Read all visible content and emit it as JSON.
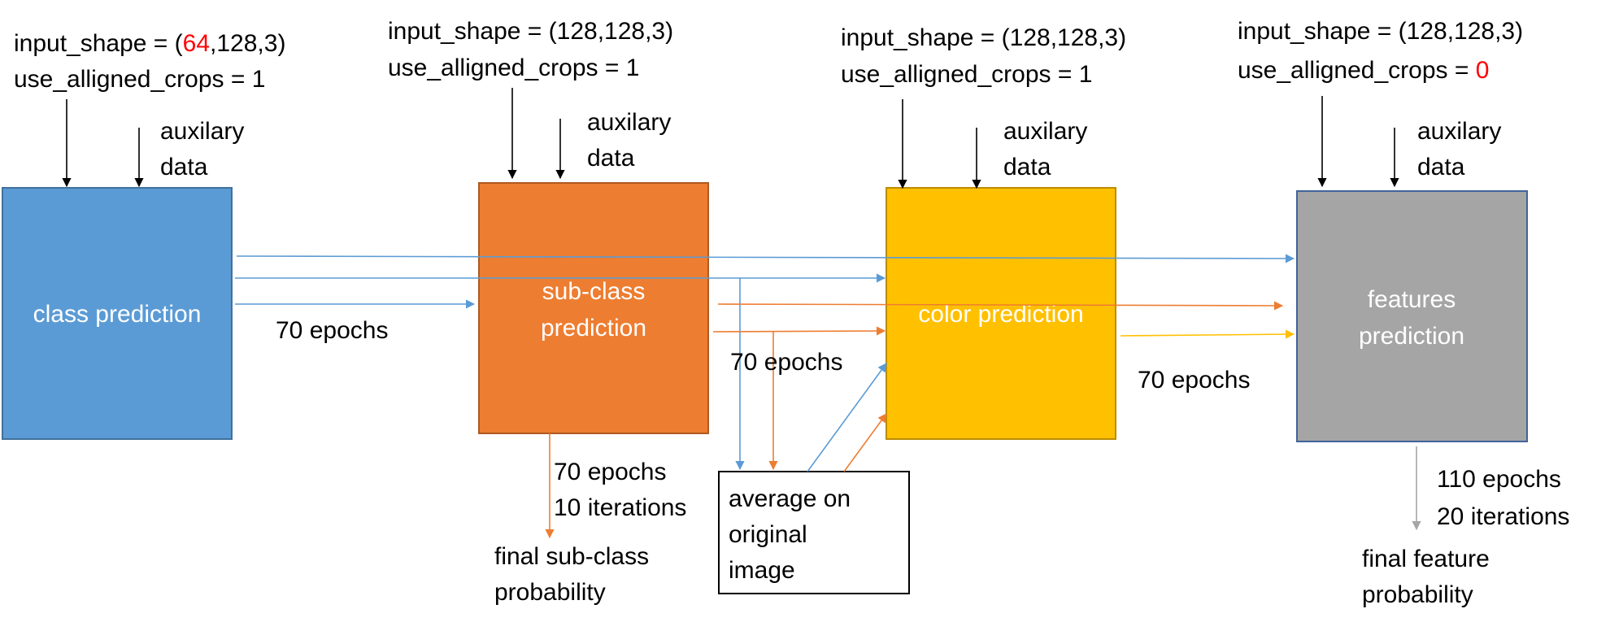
{
  "colors": {
    "blue": "#5b9bd5",
    "blue_border": "#41719c",
    "orange": "#ed7d31",
    "orange_border": "#ae5a21",
    "yellow": "#ffc000",
    "yellow_border": "#bc8c00",
    "gray": "#a5a5a5",
    "gray_border": "#42639a",
    "highlight": "#ff0000"
  },
  "stages": [
    {
      "id": "class",
      "label": [
        "class prediction"
      ],
      "config": {
        "shape_prefix": "input_shape = (",
        "shape_highlight": "64",
        "shape_suffix": ",128,3)",
        "crops_prefix": "use_alligned_crops = ",
        "crops_value": "1"
      },
      "aux": [
        "auxilary",
        "data"
      ]
    },
    {
      "id": "subclass",
      "label": [
        "sub-class",
        "prediction"
      ],
      "config": {
        "shape": "input_shape = (128,128,3)",
        "crops_prefix": "use_alligned_crops = ",
        "crops_value": "1"
      },
      "aux": [
        "auxilary",
        "data"
      ]
    },
    {
      "id": "color",
      "label": [
        "color prediction"
      ],
      "config": {
        "shape": "input_shape = (128,128,3)",
        "crops_prefix": "use_alligned_crops = ",
        "crops_value": "1"
      },
      "aux": [
        "auxilary",
        "data"
      ]
    },
    {
      "id": "features",
      "label": [
        "features",
        "prediction"
      ],
      "config": {
        "shape": "input_shape = (128,128,3)",
        "crops_prefix": "use_alligned_crops = ",
        "crops_value_highlight": "0"
      },
      "aux": [
        "auxilary",
        "data"
      ]
    }
  ],
  "edge_labels": {
    "class_to_subclass": "70 epochs",
    "subclass_to_color": "70 epochs",
    "color_to_features": "70 epochs",
    "subclass_out": [
      "70 epochs",
      "10 iterations"
    ],
    "features_out": [
      "110 epochs",
      "20 iterations"
    ]
  },
  "outputs": {
    "subclass": [
      "final sub-class",
      "probability"
    ],
    "features": [
      "final feature",
      "probability"
    ]
  },
  "average_box": [
    "average on",
    "original",
    "image"
  ]
}
